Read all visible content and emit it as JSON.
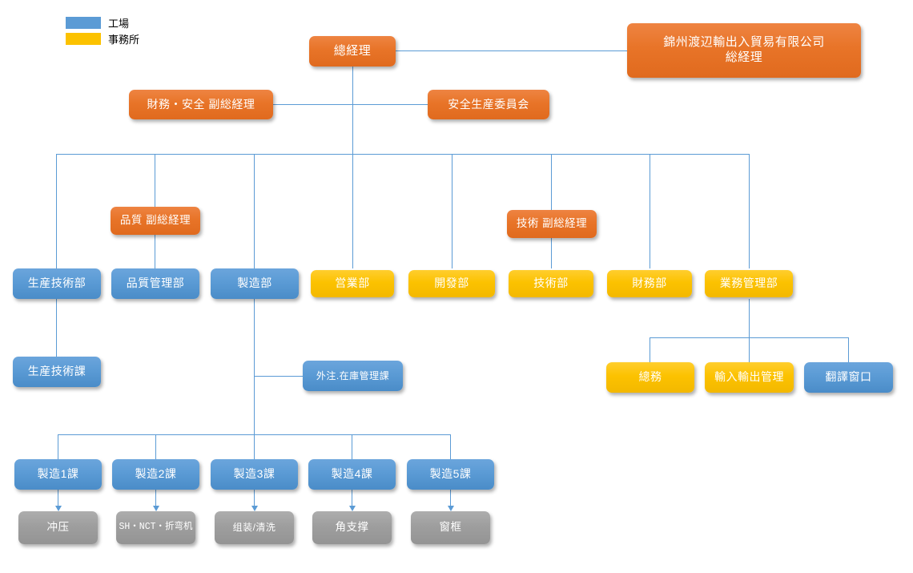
{
  "legend": {
    "items": [
      {
        "label": "工場",
        "color": "#5B9BD5",
        "swatch": "blue-swatch"
      },
      {
        "label": "事務所",
        "color": "#FCC200",
        "swatch": "yellow-swatch"
      }
    ]
  },
  "colors": {
    "factory_blue": "#5B9BD5",
    "office_yellow": "#FCC200",
    "management_orange": "#E87428",
    "process_gray": "#9E9E9E",
    "connector_blue": "#5B9BD5",
    "text_white": "#FFFFFF"
  },
  "nodes": {
    "general_manager": {
      "label": "總経理"
    },
    "parent_company": {
      "label": "錦州渡辺輸出入貿易有限公司",
      "label2": "総経理"
    },
    "finance_safety_deputy": {
      "label": "財務・安全 副総経理"
    },
    "safety_committee": {
      "label": "安全生産委員会"
    },
    "quality_deputy": {
      "label": "品質 副総経理"
    },
    "tech_deputy": {
      "label": "技術 副総経理"
    },
    "prod_tech_dept": {
      "label": "生産技術部"
    },
    "quality_ctrl_dept": {
      "label": "品質管理部"
    },
    "manufacturing_dept": {
      "label": "製造部"
    },
    "sales_dept": {
      "label": "営業部"
    },
    "development_dept": {
      "label": "開發部"
    },
    "technology_dept": {
      "label": "技術部"
    },
    "finance_dept": {
      "label": "財務部"
    },
    "business_admin_dept": {
      "label": "業務管理部"
    },
    "prod_tech_section": {
      "label": "生産技術課"
    },
    "outsource_inventory": {
      "label": "外注.在庫管理課"
    },
    "general_affairs": {
      "label": "總務"
    },
    "import_export_mgmt": {
      "label": "輸入輸出管理"
    },
    "translation_window": {
      "label": "翻譯窗口"
    },
    "mfg_section_1": {
      "label": "製造1課"
    },
    "mfg_section_2": {
      "label": "製造2課"
    },
    "mfg_section_3": {
      "label": "製造3課"
    },
    "mfg_section_4": {
      "label": "製造4課"
    },
    "mfg_section_5": {
      "label": "製造5課"
    },
    "process_1": {
      "label": "冲压"
    },
    "process_2": {
      "label": "SH・NCT・折弯机"
    },
    "process_3": {
      "label": "组装/清洗"
    },
    "process_4": {
      "label": "角支撑"
    },
    "process_5": {
      "label": "窗框"
    }
  }
}
